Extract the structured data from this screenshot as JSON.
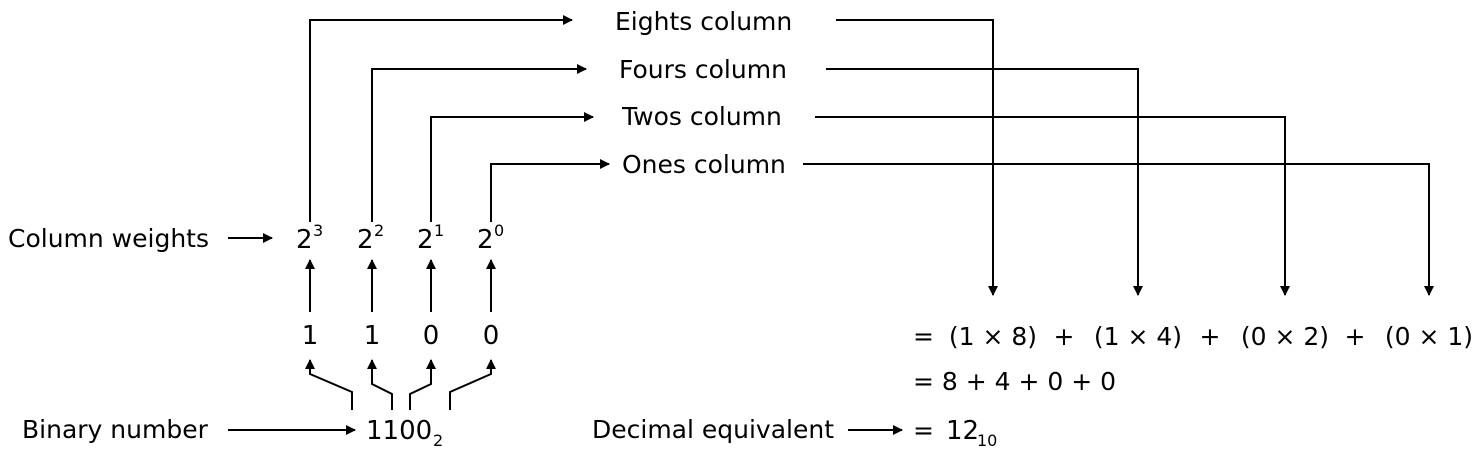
{
  "column_labels": {
    "eights": "Eights column",
    "fours": "Fours column",
    "twos": "Twos column",
    "ones": "Ones column"
  },
  "weights_label": "Column weights",
  "weights": [
    {
      "base": "2",
      "exp": "3"
    },
    {
      "base": "2",
      "exp": "2"
    },
    {
      "base": "2",
      "exp": "1"
    },
    {
      "base": "2",
      "exp": "0"
    }
  ],
  "digits": [
    "1",
    "1",
    "0",
    "0"
  ],
  "binary_label": "Binary number",
  "binary_number": {
    "value": "1100",
    "base": "2"
  },
  "decimal_label": "Decimal equivalent",
  "expansion": {
    "eq": "=",
    "terms": [
      "(1 × 8)",
      "(1 × 4)",
      "(0 × 2)",
      "(0 × 1)"
    ],
    "plus": "+"
  },
  "sum_line": "= 8 + 4 + 0 + 0",
  "result": {
    "eq": "=",
    "value": "12",
    "base": "10"
  }
}
